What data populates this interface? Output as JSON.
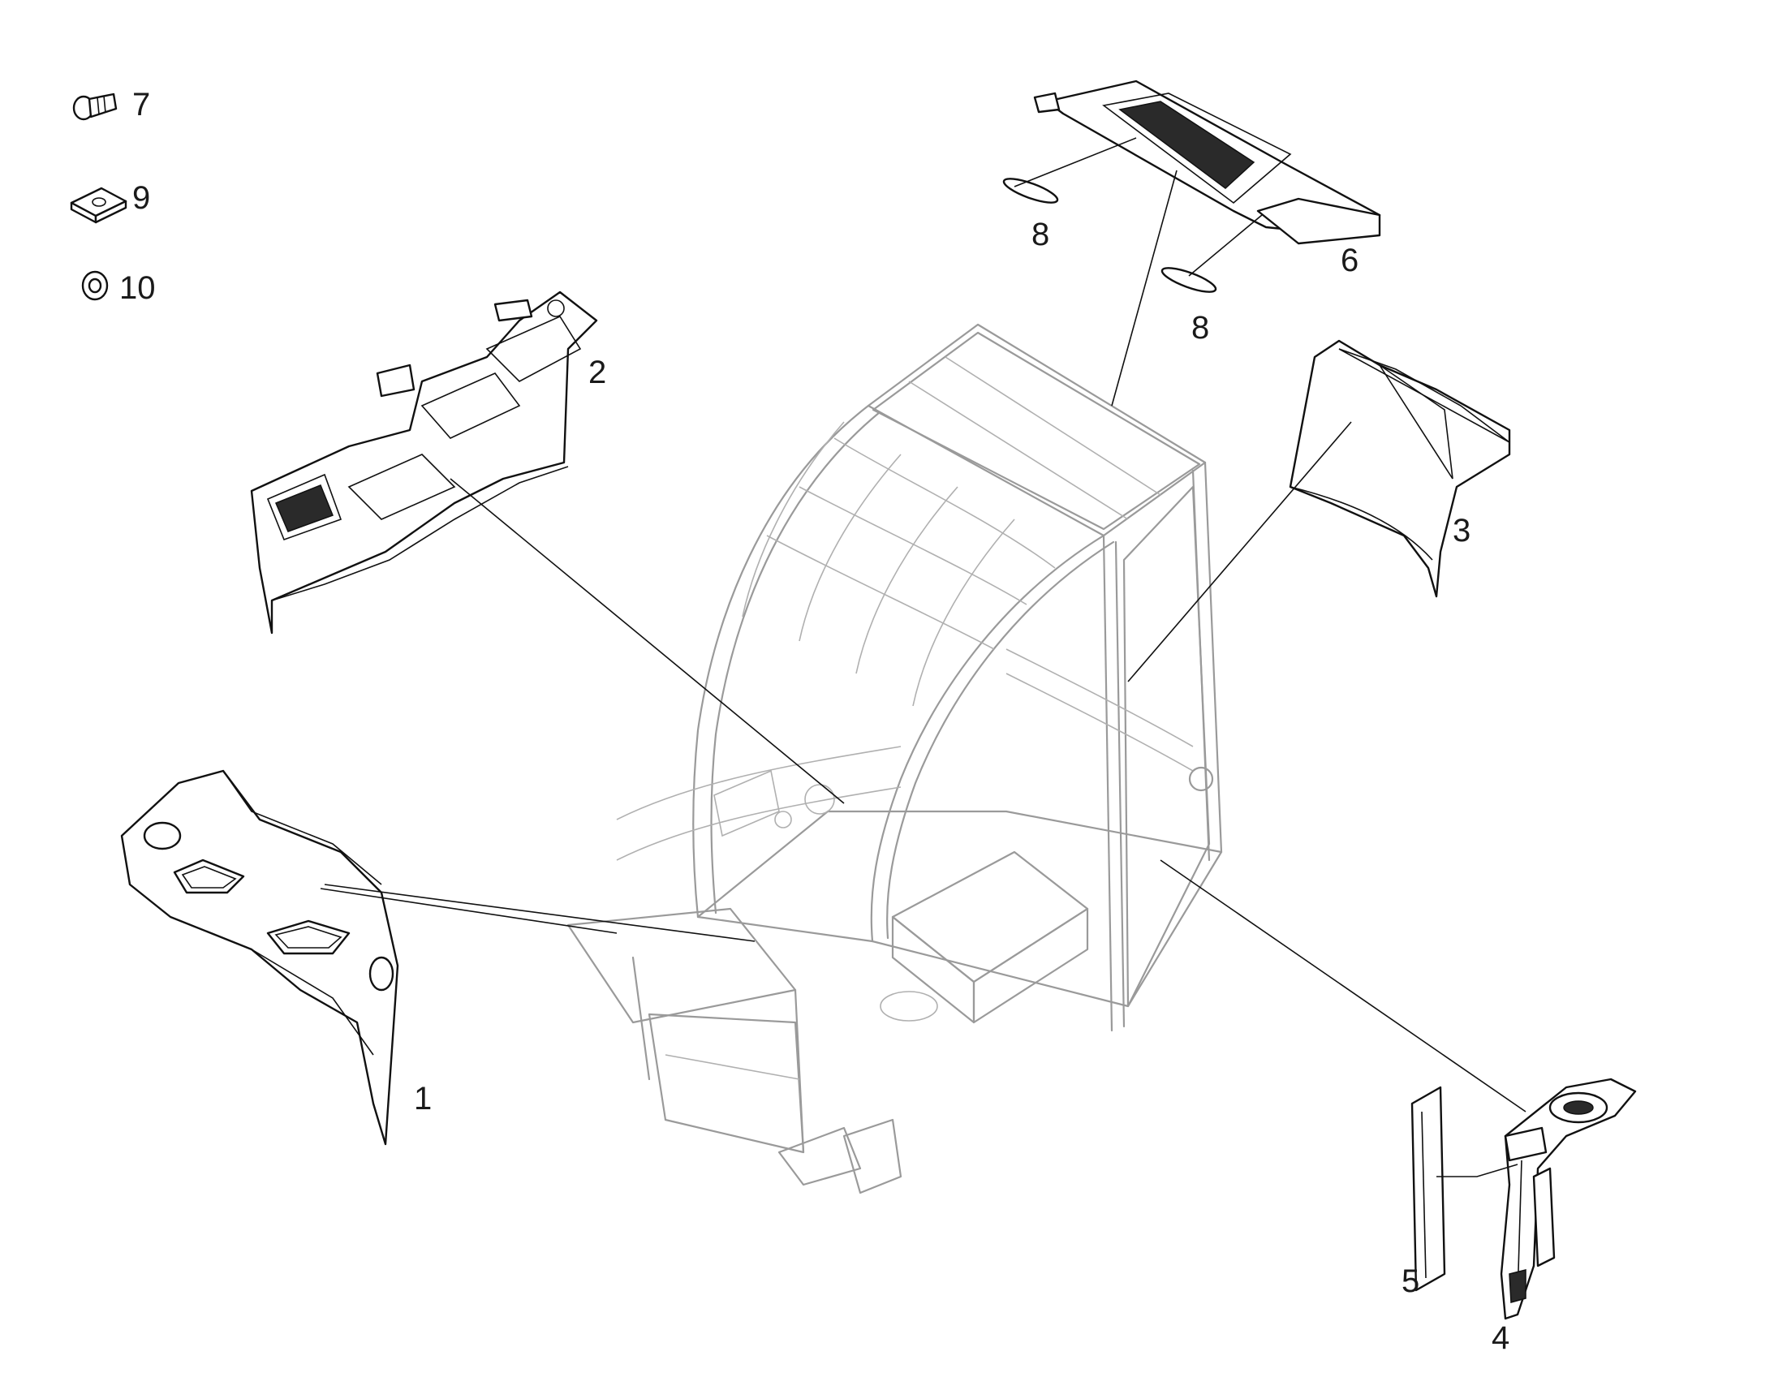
{
  "diagram": {
    "callouts": [
      {
        "id": "p1",
        "label": "1"
      },
      {
        "id": "p2",
        "label": "2"
      },
      {
        "id": "p3",
        "label": "3"
      },
      {
        "id": "p4",
        "label": "4"
      },
      {
        "id": "p5",
        "label": "5"
      },
      {
        "id": "p6",
        "label": "6"
      },
      {
        "id": "p7",
        "label": "7"
      },
      {
        "id": "p8a",
        "label": "8"
      },
      {
        "id": "p8b",
        "label": "8"
      },
      {
        "id": "p9",
        "label": "9"
      },
      {
        "id": "p10",
        "label": "10"
      }
    ],
    "colors": {
      "line": "#111111",
      "frame": "#9a9a9a",
      "background": "#ffffff"
    }
  }
}
